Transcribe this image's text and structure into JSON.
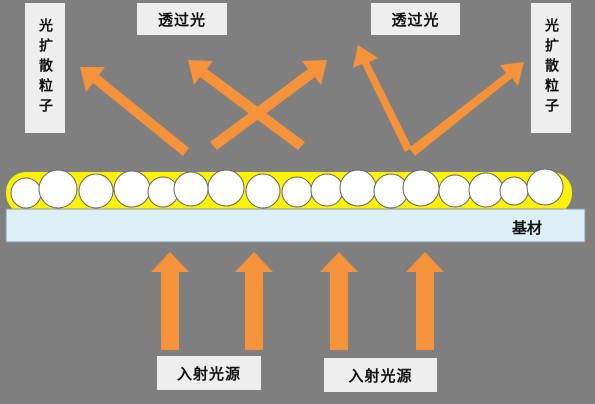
{
  "labels": {
    "transmitted_left": "透过光",
    "transmitted_right": "透过光",
    "diffusion_left": "光扩散粒子",
    "diffusion_right": "光扩散粒子",
    "substrate": "基材",
    "source_left": "入射光源",
    "source_right": "入射光源"
  },
  "colors": {
    "background": "#7f7f7f",
    "arrow": "#f5923a",
    "particle_glow": "#fff200",
    "particle": "#ffffff",
    "substrate": "#dceef6",
    "label_box": "#eeeeee"
  }
}
